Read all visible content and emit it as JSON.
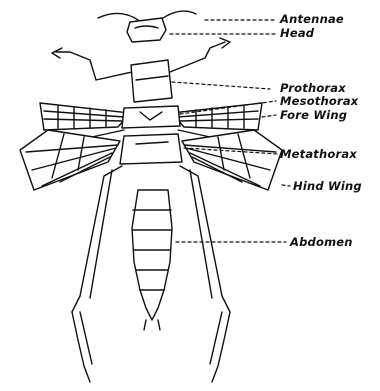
{
  "labels": {
    "antennae": "Antennae",
    "head": "Head",
    "prothorax": "Prothorax",
    "mesothorax": "Mesothorax",
    "fore_wing": "Fore Wing",
    "metathorax": "Metathorax",
    "hind_wing": "Hind Wing",
    "abdomen": "Abdomen"
  },
  "colors": {
    "ink": "#111111",
    "paper": "#ffffff"
  }
}
